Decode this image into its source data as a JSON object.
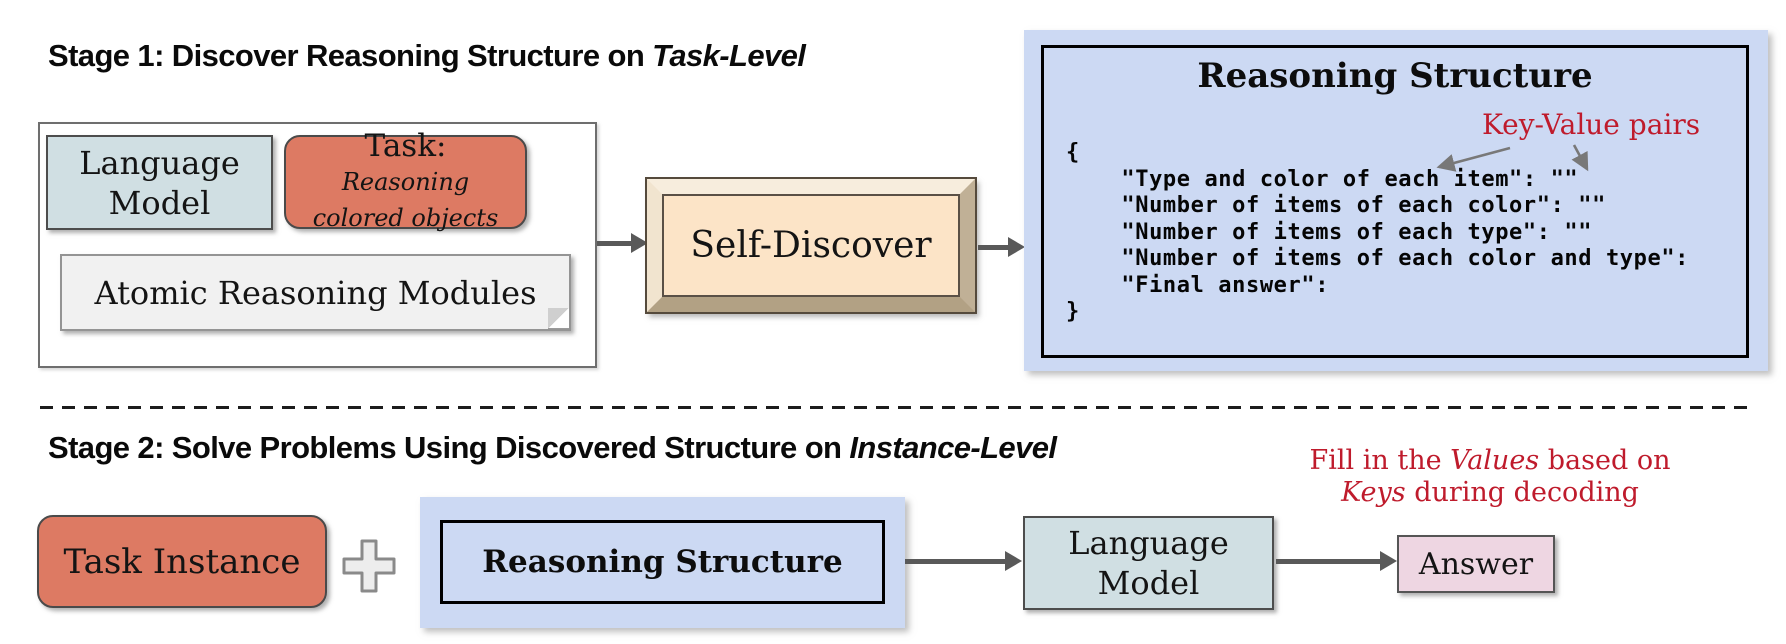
{
  "stage1": {
    "title": {
      "prefix": "Stage 1: Discover Reasoning Structure on ",
      "emphasis": "Task-Level"
    },
    "inputs": {
      "language_model": {
        "line1": "Language",
        "line2": "Model"
      },
      "task": {
        "label": "Task:",
        "description": "Reasoning colored objects"
      },
      "atomic_modules": "Atomic Reasoning Modules"
    },
    "process": "Self-Discover"
  },
  "reasoning_panel": {
    "title": "Reasoning Structure",
    "annotation": "Key-Value pairs",
    "code_lines": [
      "{",
      "    \"Type and color of each item\": \"\"",
      "    \"Number of items of each color\": \"\"",
      "    \"Number of items of each type\": \"\"",
      "    \"Number of items of each color and type\":",
      "    \"Final answer\":",
      "}"
    ]
  },
  "stage2": {
    "title": {
      "prefix": "Stage 2: Solve Problems Using Discovered Structure on ",
      "emphasis": "Instance-Level"
    },
    "note": {
      "line1_pre": "Fill in the ",
      "line1_em": "Values",
      "line1_post": " based on",
      "line2_em": "Keys",
      "line2_post": " during decoding"
    },
    "flow": {
      "task_instance": "Task Instance",
      "reasoning_structure": "Reasoning Structure",
      "language_model": {
        "line1": "Language",
        "line2": "Model"
      },
      "answer": "Answer"
    }
  },
  "icons": {
    "combine": "plus-icon"
  },
  "colors": {
    "annotation_red": "#bf1b2c",
    "panel_blue": "#ccd9f3",
    "task_salmon": "#dd7a63",
    "model_teal": "#d0dfe3",
    "answer_pink": "#eed6e2",
    "process_cream": "#fce4c7",
    "arrow_gray": "#595959"
  }
}
